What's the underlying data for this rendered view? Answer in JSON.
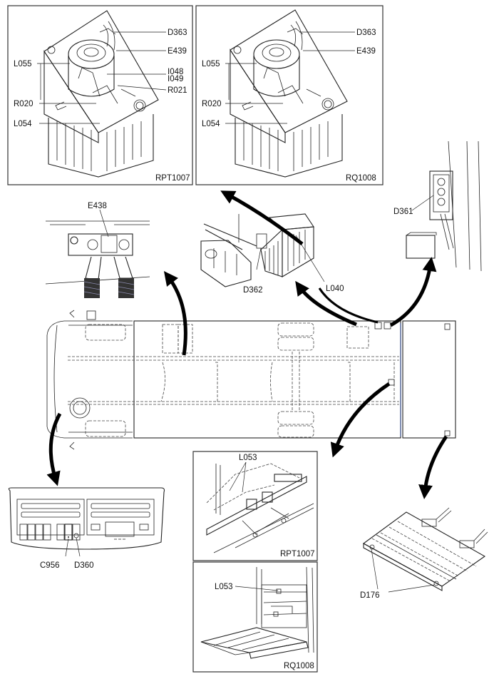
{
  "diagram": {
    "panels": {
      "pump_rpt": {
        "caption": "RPT1007",
        "labels": {
          "d363": "D363",
          "e439": "E439",
          "l055": "L055",
          "i048": "I048",
          "i049": "I049",
          "r021": "R021",
          "r020": "R020",
          "l054": "L054"
        }
      },
      "pump_rq": {
        "caption": "RQ1008",
        "labels": {
          "d363": "D363",
          "e439": "E439",
          "l055": "L055",
          "r020": "R020",
          "l054": "L054"
        }
      },
      "relay_block": {
        "labels": {
          "e438": "E438"
        }
      },
      "battery_box": {
        "labels": {
          "d362": "D362",
          "l040": "L040"
        }
      },
      "rear_switch": {
        "labels": {
          "d361": "D361"
        }
      },
      "dashboard": {
        "labels": {
          "c956": "C956",
          "d360": "D360"
        }
      },
      "lift_rpt": {
        "caption": "RPT1007",
        "labels": {
          "l053": "L053"
        }
      },
      "lift_rq": {
        "caption": "RQ1008",
        "labels": {
          "l053": "L053"
        }
      },
      "ramp": {
        "labels": {
          "d176": "D176"
        }
      }
    }
  }
}
